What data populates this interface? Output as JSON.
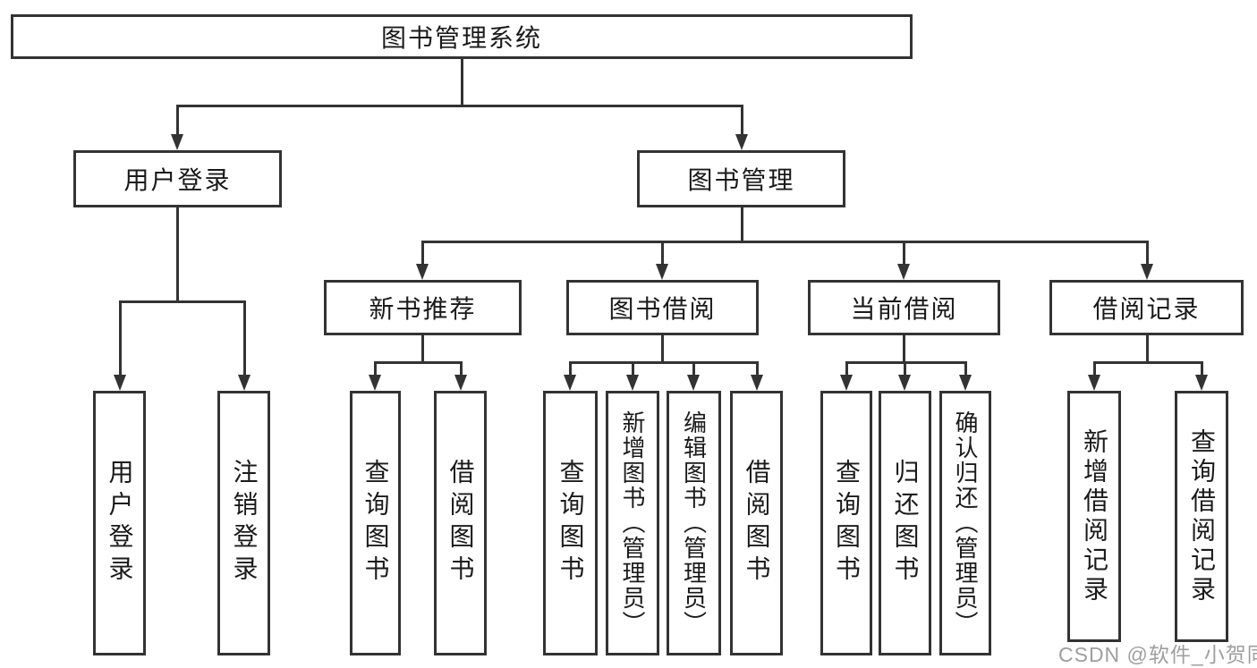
{
  "diagram": {
    "root": {
      "label": "图书管理系统"
    },
    "level2": [
      {
        "label": "用户登录"
      },
      {
        "label": "图书管理"
      }
    ],
    "level3": [
      {
        "label": "新书推荐"
      },
      {
        "label": "图书借阅"
      },
      {
        "label": "当前借阅"
      },
      {
        "label": "借阅记录"
      }
    ],
    "leaves": {
      "user_login": [
        "用户登录",
        "注销登录"
      ],
      "new_book": [
        "查询图书",
        "借阅图书"
      ],
      "book_borrow": [
        "查询图书",
        "新增图书（管理员）",
        "编辑图书（管理员）",
        "借阅图书"
      ],
      "current_borrow": [
        "查询图书",
        "归还图书",
        "确认归还（管理员）"
      ],
      "borrow_records": [
        "新增借阅记录",
        "查询借阅记录"
      ]
    },
    "colors": {
      "line": "#333333",
      "box_border": "#333333",
      "text": "#1a1a1a",
      "background": "#ffffff",
      "watermark": "#9e9e9e"
    }
  },
  "watermark": {
    "text": "CSDN @软件_小贺同学"
  }
}
